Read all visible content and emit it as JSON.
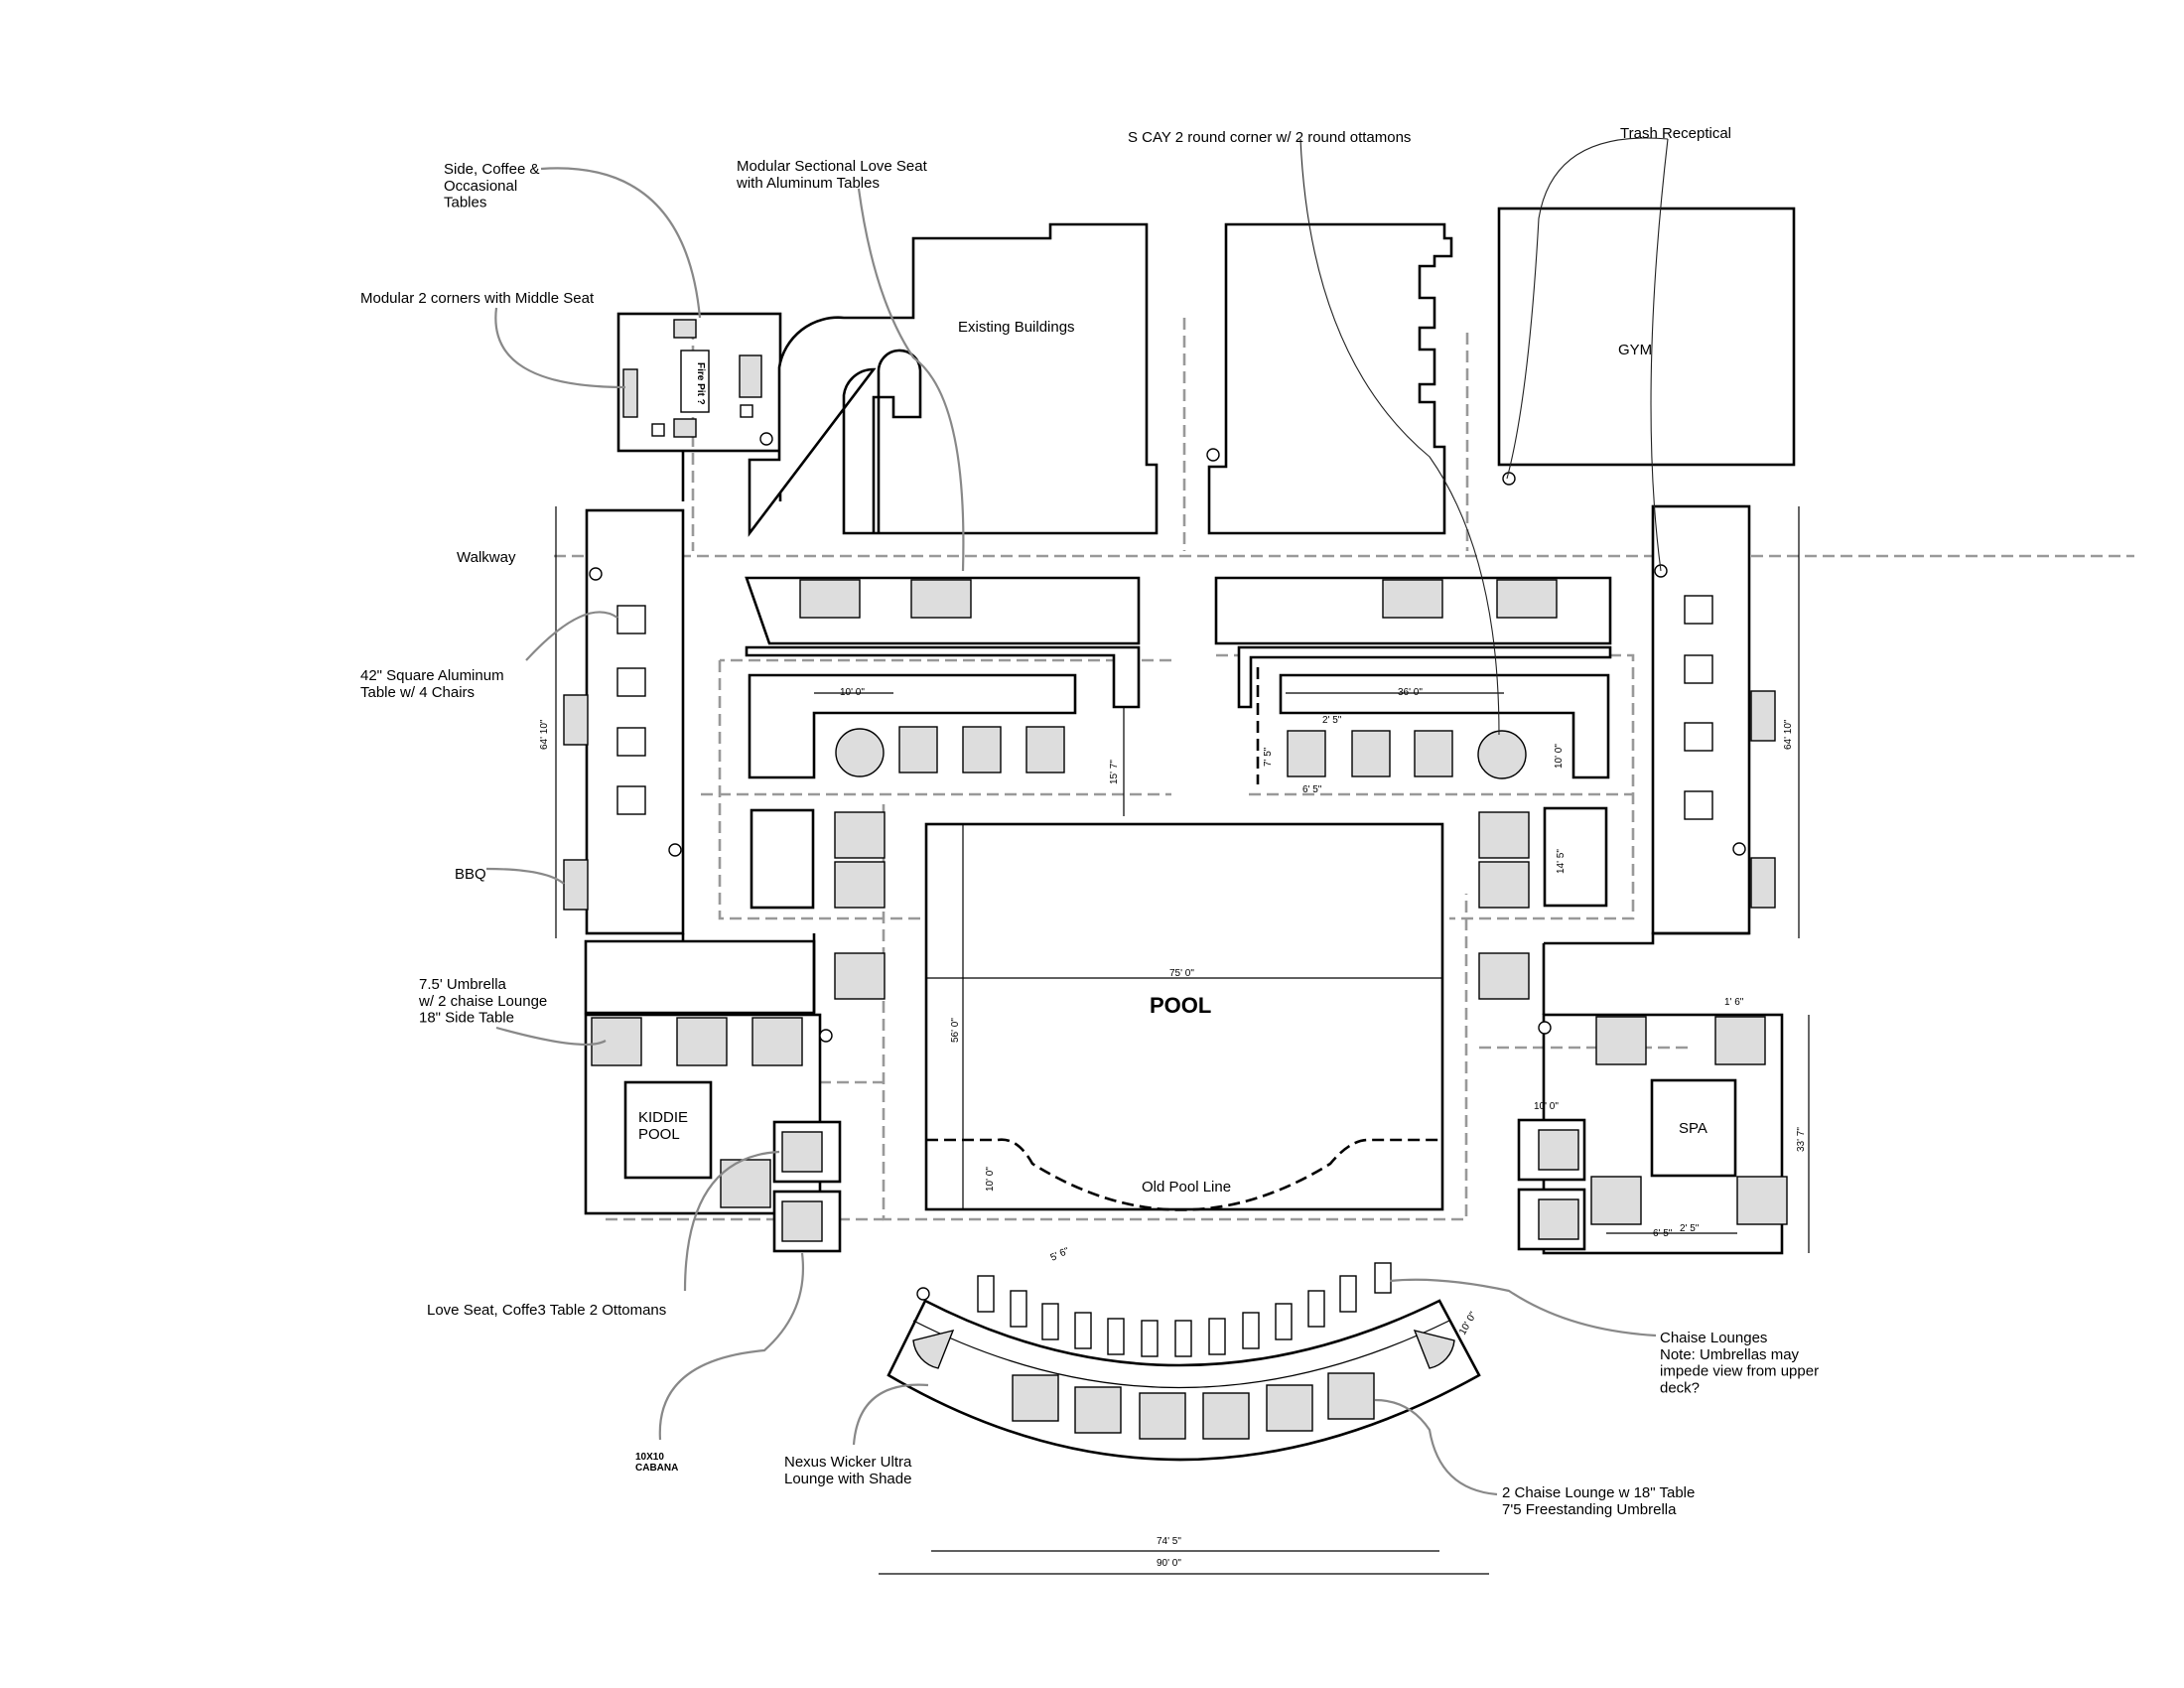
{
  "labels": {
    "side_tables": "Side, Coffee &\nOccasional\nTables",
    "modular_love_seat": "Modular Sectional Love Seat\nwith Aluminum Tables",
    "s_cay": "S CAY 2 round corner w/ 2 round ottamons",
    "trash": "Trash Receptical",
    "modular_corners": "Modular 2 corners with Middle Seat",
    "existing_buildings": "Existing Buildings",
    "gym": "GYM",
    "fire_pit": "Fire Pit ?",
    "walkway": "Walkway",
    "square_table": "42\" Square Aluminum\nTable w/ 4 Chairs",
    "bbq": "BBQ",
    "umbrella": "7.5' Umbrella\nw/ 2 chaise Lounge\n18\" Side Table",
    "pool": "POOL",
    "kiddie_pool": "KIDDIE\nPOOL",
    "spa": "SPA",
    "old_pool_line": "Old Pool Line",
    "love_seat_coffee": "Love Seat, Coffe3 Table 2 Ottomans",
    "cabana": "10X10\nCABANA",
    "nexus": "Nexus Wicker Ultra\nLounge with Shade",
    "chaise_lounges": "Chaise Lounges\nNote: Umbrellas may\nimpede view from upper\ndeck?",
    "chaise_table": "2 Chaise Lounge w 18\" Table\n7'5 Freestanding Umbrella"
  },
  "dimensions": {
    "left_length": "64' 10\"",
    "right_length": "64' 10\"",
    "ten_left": "10' 0\"",
    "fifteen": "15' 7\"",
    "thirty_six": "36' 0\"",
    "two_five": "2' 5\"",
    "seven_five": "7' 5\"",
    "six_five": "6' 5\"",
    "ten_right": "10' 0\"",
    "fourteen": "14' 5\"",
    "pool_width": "75' 0\"",
    "pool_depth": "56' 0\"",
    "pool_shallow": "10' 0\"",
    "one_six": "1' 6\"",
    "thirty_three": "33' 7\"",
    "ten_spa": "10' 0\"",
    "six_five_b": "6' 5\"",
    "two_five_b": "2' 5\"",
    "five_six": "5' 6\"",
    "ten_arc": "10' 0\"",
    "seventy_four": "74' 5\"",
    "ninety": "90' 0\""
  }
}
